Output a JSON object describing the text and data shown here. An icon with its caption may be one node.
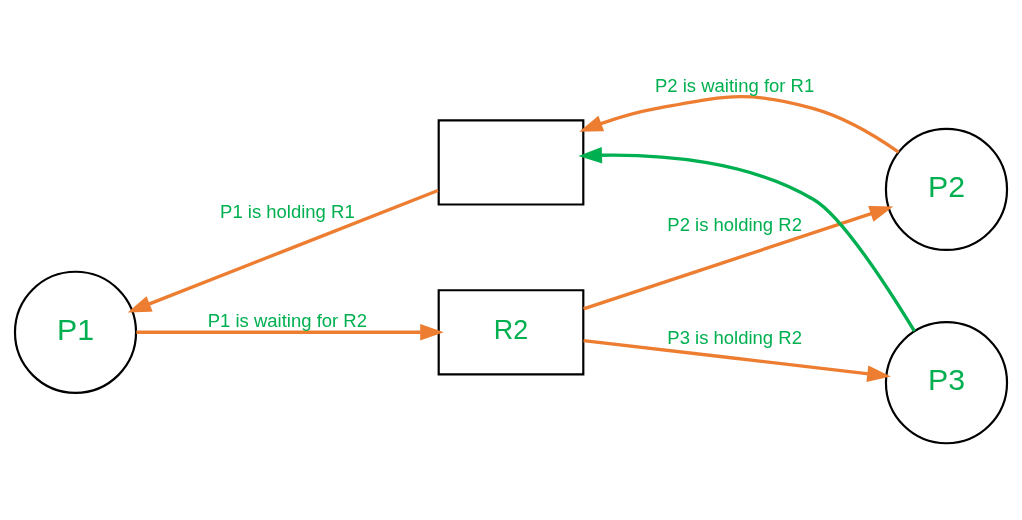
{
  "diagram": {
    "nodes": [
      {
        "text": [],
        "shape": "box"
      },
      {
        "text": [
          "P1"
        ]
      },
      {
        "text": [
          "P2"
        ]
      },
      {
        "text": [
          "R2"
        ]
      },
      {
        "text": [
          "P3"
        ]
      }
    ],
    "edges": [
      {
        "from": 0,
        "to": 1,
        "arrow": "to",
        "label": "P1 is holding R1"
      },
      {
        "from": 2,
        "to": 0,
        "arrow": "to",
        "label": "P2 is waiting for R1"
      },
      {
        "from": 1,
        "to": 3,
        "arrow": "to",
        "label": "P1 is waiting for R2"
      },
      {
        "from": 3,
        "to": 2,
        "arrow": "to",
        "label": "P2 is holding R2"
      },
      {
        "from": 3,
        "to": 4,
        "arrow": "to",
        "label": "P3 is holding R2"
      },
      {
        "from": 4,
        "to": 0,
        "arrow": "to",
        "color": "#00b050"
      }
    ]
  }
}
